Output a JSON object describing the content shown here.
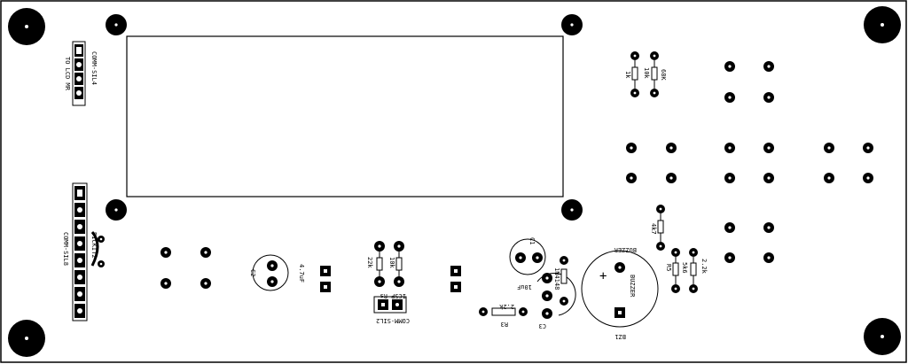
{
  "board": {
    "labels": {
      "lcd_connector": "COMM-SIL4",
      "lcd_connector_sub": "TO LCD MR",
      "main_connector": "COMM-SIL8",
      "main_connector_sub": "PICKIT2",
      "r_top_left": "1k",
      "r_top_mid": "10k",
      "r_top_right": "68K",
      "r_mid_a": "22k",
      "r_mid_b": "10k",
      "jumper_label": "COMM-SIL2",
      "jumper_sub": "ICSP Rs",
      "cap_small": "C1",
      "cap_small_val": "10uF",
      "cap_big_val": "4.7uF",
      "cap_big": "C3",
      "res_bottom": "2.2k",
      "res_bottom_ref": "R3",
      "diode": "1N4148",
      "buzzer_top": "BUZZER",
      "buzzer_side": "BUZZER",
      "buzzer_ref": "BZ1",
      "r_right_a": "4k7",
      "r_right_b": "5k6",
      "r_right_c": "2.2k",
      "r_right_ref": "R5",
      "cap_left": "C2",
      "cap_left_val": "4.7uF"
    }
  }
}
